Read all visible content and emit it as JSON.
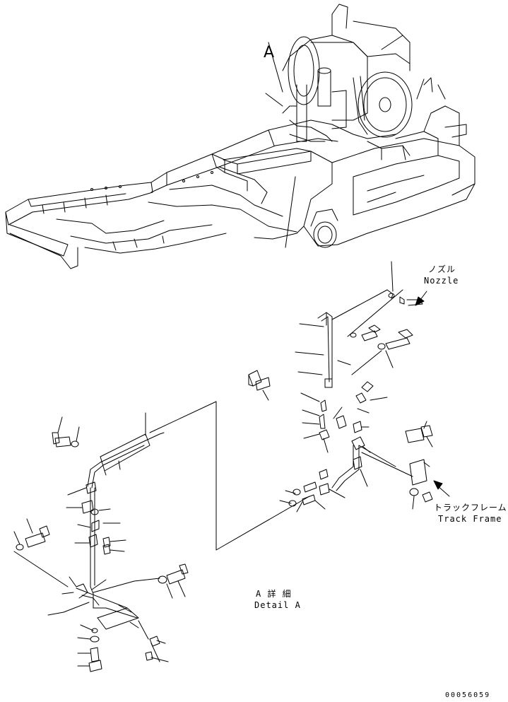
{
  "labels": {
    "view_marker": "A",
    "nozzle_jp": "ノズル",
    "nozzle_en": "Nozzle",
    "track_frame_jp": "トラックフレーム",
    "track_frame_en": "Track Frame",
    "detail_jp": "A 詳 細",
    "detail_en": "Detail A",
    "drawing_number": "00056059"
  },
  "colors": {
    "line": "#000000",
    "background": "#ffffff"
  }
}
